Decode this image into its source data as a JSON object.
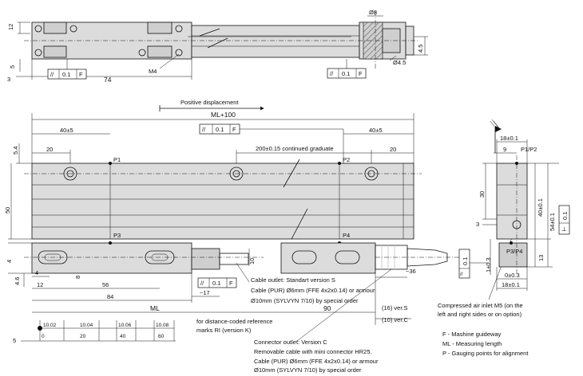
{
  "drawing": {
    "top_view": {
      "dim_12": "12",
      "dim_5": "5",
      "dim_3": "3",
      "dim_74": "74",
      "m4": "M4",
      "tol_left": {
        "symbol": "//",
        "value": "0.1",
        "datum": "F"
      },
      "tol_right": {
        "symbol": "//",
        "value": "0.1",
        "datum": "F"
      },
      "dia8": "Ø8",
      "dia4_5": "Ø4.5",
      "dim_4_5": "4.5"
    },
    "main_view": {
      "positive_displacement": "Positive displacement",
      "ml_plus_100": "ML+100",
      "tol_top": {
        "symbol": "//",
        "value": "0.1",
        "datum": "F"
      },
      "dim_40_left": "40±5",
      "dim_40_right": "40±5",
      "dim_20_left": "20",
      "dim_20_right": "20",
      "graduate": "200±0.15 continued graduate",
      "dim_5_4": "5.4",
      "dim_50": "50",
      "p1": "P1",
      "p2": "P2",
      "p3": "P3",
      "p4": "P4",
      "dim_10": "10",
      "dim_36": "~36",
      "dim_4": "4",
      "dim_4_6": "4.6",
      "dim_8": "8",
      "dim_12b": "12",
      "dim_56": "56",
      "dim_84": "84",
      "dim_17": "~17",
      "tol_bottom": {
        "symbol": "//",
        "value": "0.1",
        "datum": "F"
      },
      "ml": "ML",
      "dim_90": "90",
      "ver_s": "(16) ver.S",
      "ver_c": "(10) ver.C",
      "dim_5b": "5",
      "ri_values": [
        "10.02",
        "10.04",
        "10.06",
        "10.08"
      ],
      "ri_ticks": [
        "0",
        "20",
        "40",
        "60"
      ],
      "ri_note_1": "for distance-coded reference",
      "ri_note_2": "marks RI (version K)"
    },
    "notes": {
      "cable_s_1": "Cable outlet: Standart version  S",
      "cable_s_2": "Cable (PUR) Ø6mm (FFE 4x2x0.14) or armour",
      "cable_s_3": "Ø10mm (SYLVYN 7/10) by special order",
      "cable_c_1": "Connector outlet: Version C",
      "cable_c_2": "Removable cable with mini connector HR25.",
      "cable_c_3": "Cable (PUR) Ø6mm (FFE 4x2x0.14) or armour",
      "cable_c_4": "Ø10mm (SYLVYN 7/10) by special order",
      "air_1": "Compressed air inlet M5 (on the",
      "air_2": "left and right sides or on option)",
      "legend_f": "F - Mashine guideway",
      "legend_ml": "ML - Measuring length",
      "legend_p": "P - Gauging points for alignment"
    },
    "side_view": {
      "dim_18_top": "18±0.1",
      "dim_9": "9",
      "p1p2": "P1/P2",
      "dim_30": "30",
      "dim_40_01": "40±0.1",
      "dim_54": "54±0.1",
      "dim_3": "3",
      "p3p4": "P3/P4",
      "dim_13": "13",
      "dim_1": "1±0.3",
      "dim_0": "0±0.3",
      "dim_18_bottom": "18±0.1",
      "tol_vert": {
        "symbol": "⊥",
        "value": "0.1"
      },
      "tol_vert2": {
        "symbol": "//",
        "value": "0.1"
      }
    }
  }
}
